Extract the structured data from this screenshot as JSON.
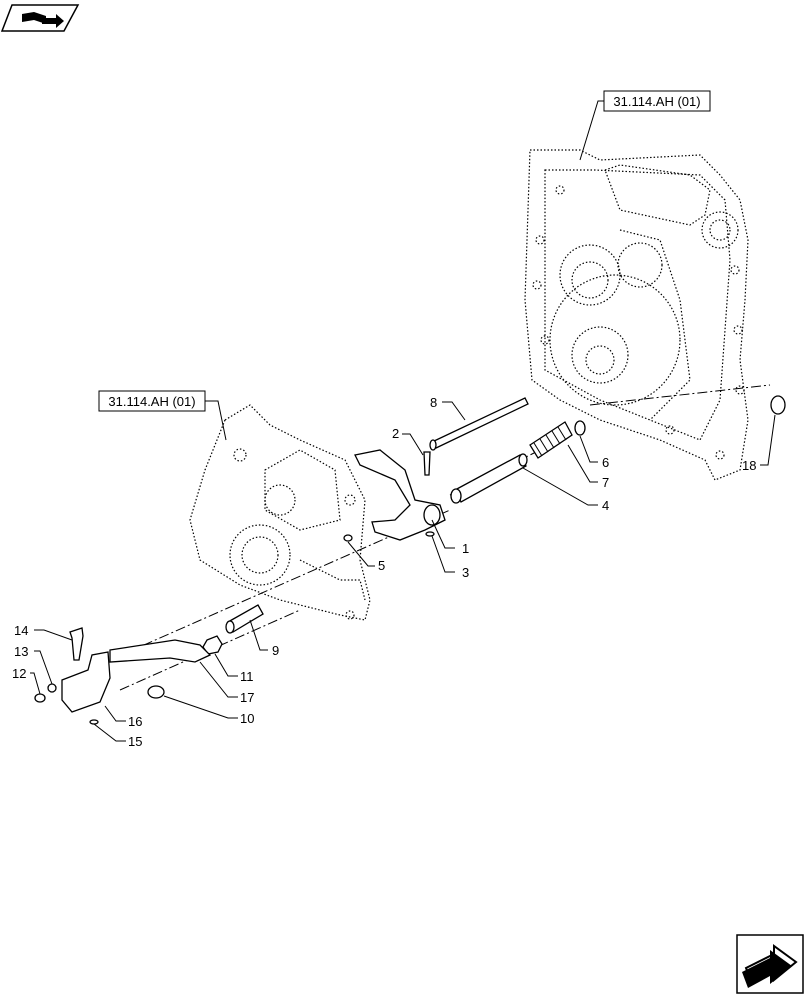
{
  "references": {
    "top": "31.114.AH (01)",
    "left": "31.114.AH (01)"
  },
  "callouts": {
    "c1": "1",
    "c2": "2",
    "c3": "3",
    "c4": "4",
    "c5": "5",
    "c6": "6",
    "c7": "7",
    "c8": "8",
    "c9": "9",
    "c10": "10",
    "c11": "11",
    "c12": "12",
    "c13": "13",
    "c14": "14",
    "c15": "15",
    "c16": "16",
    "c17": "17",
    "c18": "18"
  },
  "icons": {
    "top_left": "book-arrow-icon",
    "bottom_right": "next-page-arrow-icon"
  }
}
